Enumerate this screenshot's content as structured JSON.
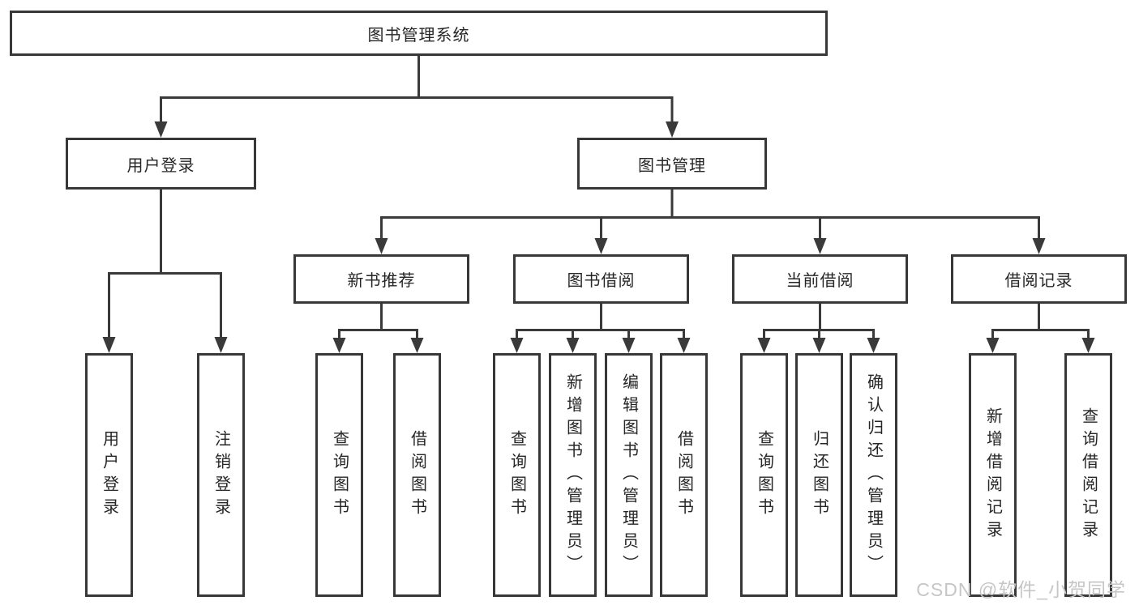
{
  "diagram": {
    "title": "图书管理系统",
    "root": {
      "label": "图书管理系统"
    },
    "branches": [
      {
        "label": "用户登录",
        "children": [
          {
            "label": "用户登录"
          },
          {
            "label": "注销登录"
          }
        ]
      },
      {
        "label": "图书管理",
        "children": [
          {
            "label": "新书推荐",
            "children": [
              {
                "label": "查询图书"
              },
              {
                "label": "借阅图书"
              }
            ]
          },
          {
            "label": "图书借阅",
            "children": [
              {
                "label": "查询图书"
              },
              {
                "label": "新增图书（管理员）"
              },
              {
                "label": "编辑图书（管理员）"
              },
              {
                "label": "借阅图书"
              }
            ]
          },
          {
            "label": "当前借阅",
            "children": [
              {
                "label": "查询图书"
              },
              {
                "label": "归还图书"
              },
              {
                "label": "确认归还（管理员）"
              }
            ]
          },
          {
            "label": "借阅记录",
            "children": [
              {
                "label": "新增借阅记录"
              },
              {
                "label": "查询借阅记录"
              }
            ]
          }
        ]
      }
    ]
  },
  "watermark": {
    "text": "CSDN @软件_小贺同学"
  },
  "colors": {
    "line": "#3a3a3a",
    "box_border": "#383838",
    "text": "#262626",
    "watermark": "#c6c6c6",
    "background": "#ffffff"
  }
}
